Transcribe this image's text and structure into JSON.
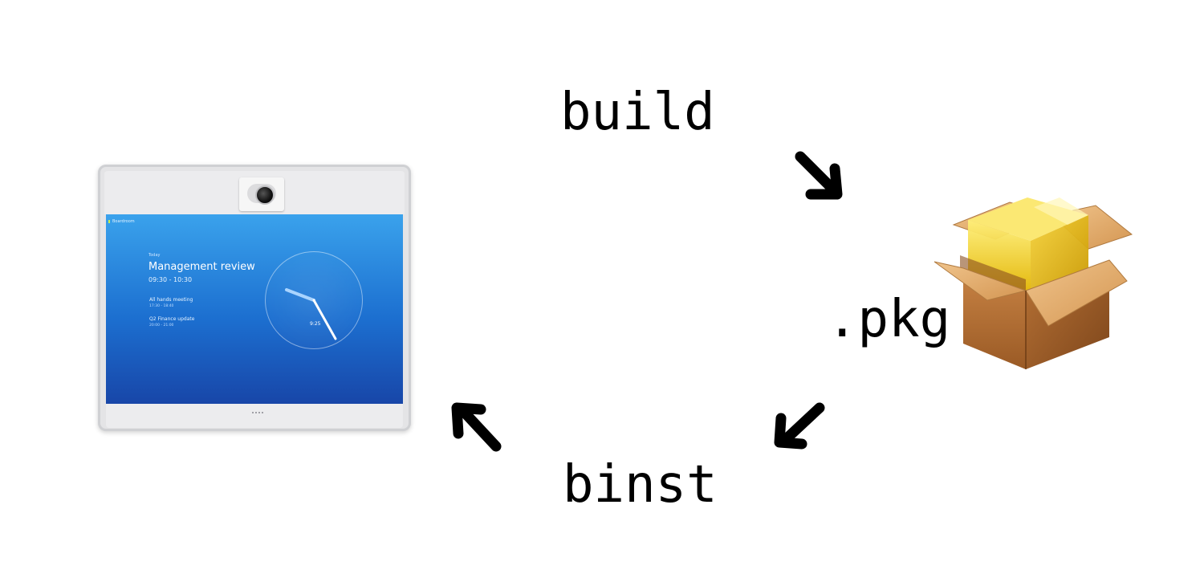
{
  "diagram": {
    "labels": {
      "build": "build",
      "pkg": ".pkg",
      "binst": "binst"
    },
    "arrows": [
      {
        "from": "build",
        "to": "pkg",
        "direction": "down-right"
      },
      {
        "from": "pkg",
        "to": "binst",
        "direction": "down-left"
      },
      {
        "from": "binst",
        "to": "device",
        "direction": "up-left"
      }
    ],
    "colors": {
      "text": "#000000",
      "arrow": "#000000",
      "background": "#ffffff",
      "screen_top": "#3aa2ec",
      "screen_bottom": "#1846a8",
      "box_brown": "#c47a3a",
      "block_yellow": "#f2cf1f"
    }
  },
  "device": {
    "icon": "video-conference-board",
    "screen": {
      "room_name": "Boardroom",
      "today_label": "Today",
      "meeting_title": "Management review",
      "meeting_time": "09:30 - 10:30",
      "events": [
        {
          "title": "All hands meeting",
          "time": "17:30 - 18:40"
        },
        {
          "title": "Q2 Finance update",
          "time": "20:00 - 21:00"
        }
      ],
      "clock_time": "9:25"
    }
  },
  "package": {
    "icon": "package-box-icon"
  }
}
